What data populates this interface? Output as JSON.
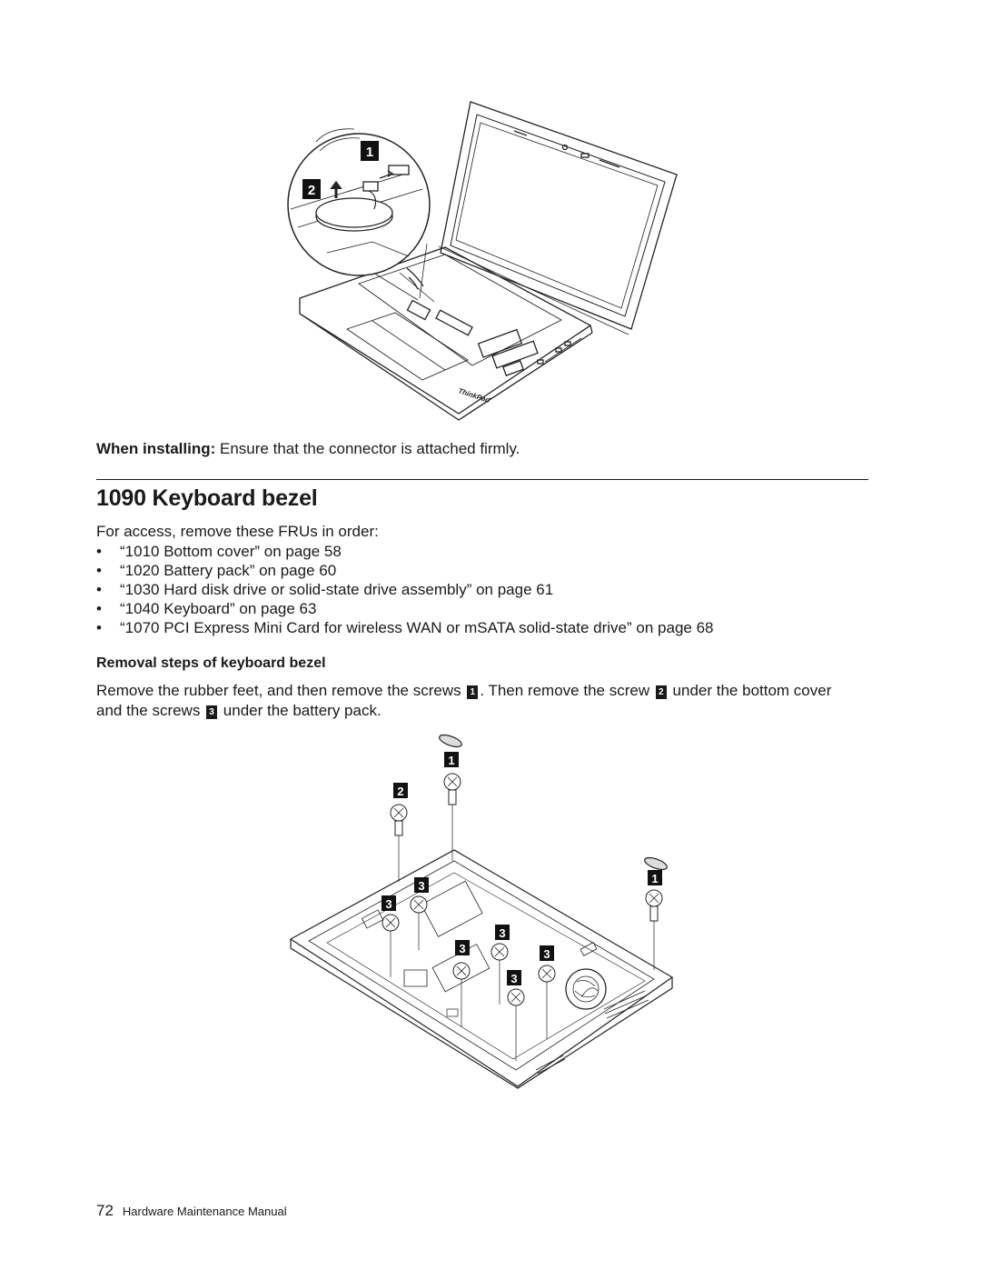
{
  "install_note": {
    "label": "When installing:",
    "text": " Ensure that the connector is attached firmly."
  },
  "section": {
    "title": "1090 Keyboard bezel"
  },
  "intro": "For access, remove these FRUs in order:",
  "bullet_symbol": "•",
  "fru_list": [
    "“1010 Bottom cover” on page 58",
    "“1020 Battery pack” on page 60",
    "“1030 Hard disk drive or solid-state drive assembly” on page 61",
    "“1040 Keyboard” on page 63",
    "“1070 PCI Express Mini Card for wireless WAN or mSATA solid-state drive” on page 68"
  ],
  "subheading": "Removal steps of keyboard bezel",
  "steps_para": {
    "p1": "Remove the rubber feet, and then remove the screws ",
    "c1": "1",
    "p2": ". Then remove the screw ",
    "c2": "2",
    "p3": " under the bottom cover and the screws ",
    "c3": "3",
    "p4": " under the battery pack."
  },
  "figure_top": {
    "callouts": [
      "1",
      "2"
    ],
    "logo_text": "ThinkPad"
  },
  "figure_bottom": {
    "callouts": [
      "1",
      "2",
      "3",
      "3",
      "3",
      "3",
      "3",
      "3",
      "1"
    ]
  },
  "footer": {
    "page_number": "72",
    "manual_title": "Hardware Maintenance Manual"
  }
}
